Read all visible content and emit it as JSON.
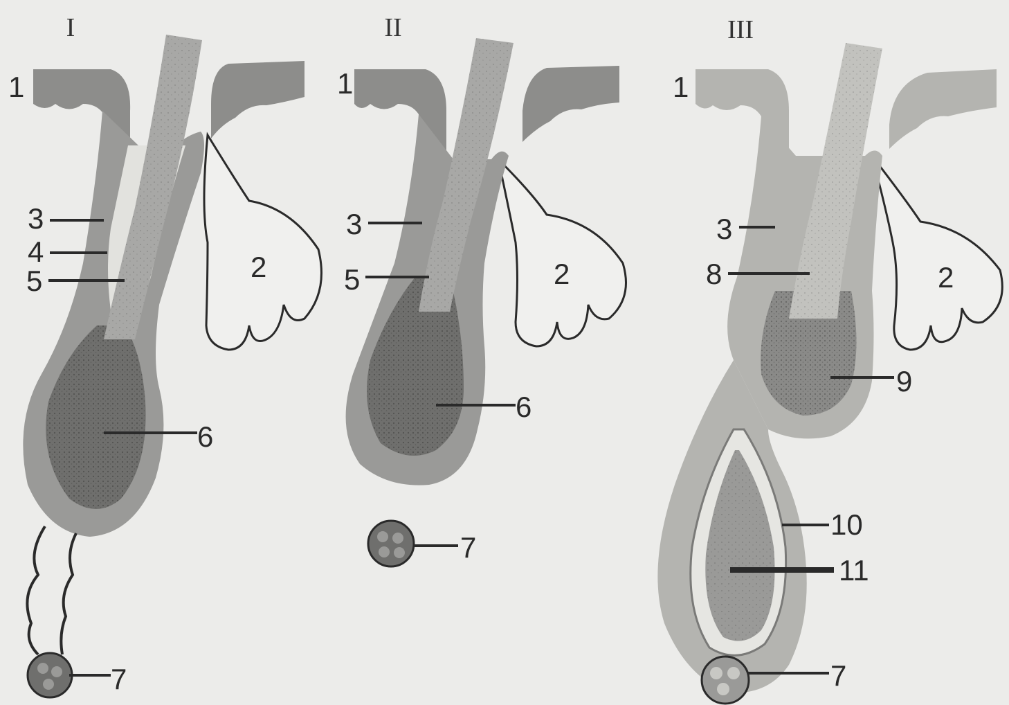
{
  "panels": [
    {
      "numeral": "I",
      "labels": {
        "l1": "1",
        "l2": "2",
        "l3": "3",
        "l4": "4",
        "l5": "5",
        "l6": "6",
        "l7": "7"
      }
    },
    {
      "numeral": "II",
      "labels": {
        "l1": "1",
        "l2": "2",
        "l3": "3",
        "l5": "5",
        "l6": "6",
        "l7": "7"
      }
    },
    {
      "numeral": "III",
      "labels": {
        "l1": "1",
        "l2": "2",
        "l3": "3",
        "l8": "8",
        "l9": "9",
        "l10": "10",
        "l11": "11",
        "l7": "7"
      }
    }
  ],
  "colors": {
    "background": "#ececea",
    "epidermis": "#8d8d8b",
    "sheath_outer": "#9a9a98",
    "bulb_dark": "#6f6f6d",
    "hair_shaft": "#a8a8a6",
    "light_tissue": "#c8c8c4",
    "line": "#2a2a2a"
  }
}
